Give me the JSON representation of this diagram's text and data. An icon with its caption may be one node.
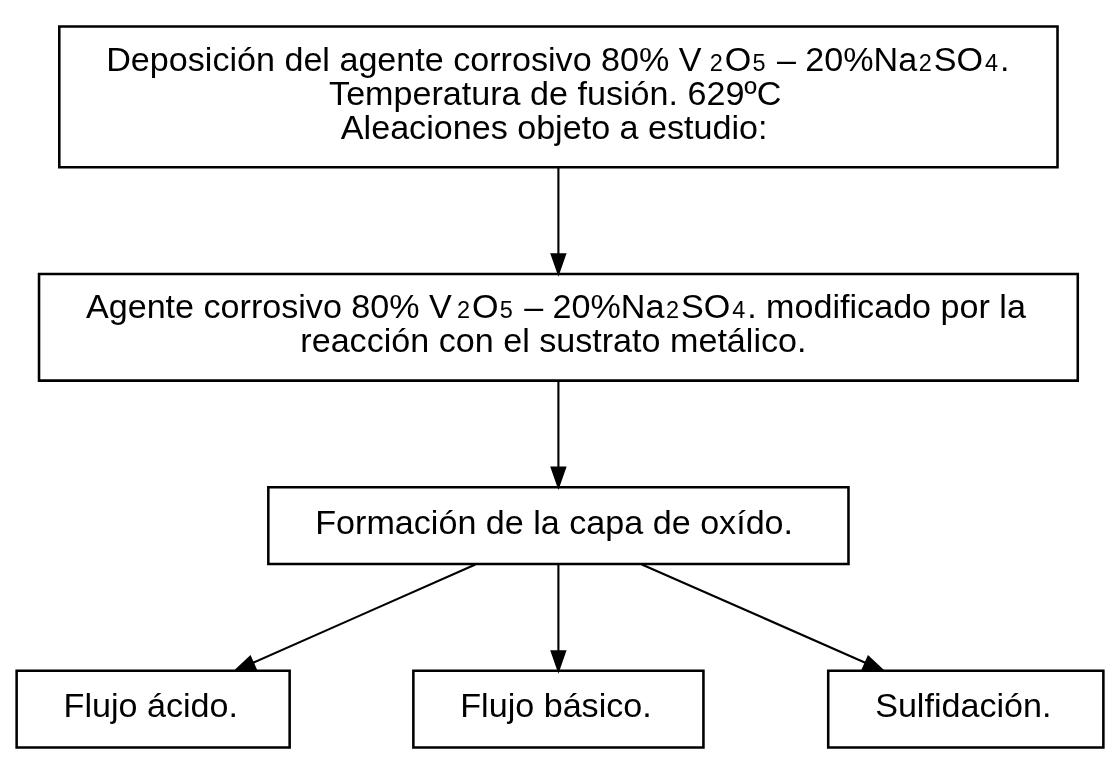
{
  "diagram": {
    "nodes": [
      {
        "text": [
          "Deposición del agente corrosivo 80% V$_{2}$O$_{5}$ – 20%Na$_{2}$SO$_{4}$.",
          "Temperatura de fusión. 629ºC",
          "Aleaciones objeto a estudio:"
        ]
      },
      {
        "text": [
          "Agente corrosivo 80% V$_{2}$O$_{5}$ – 20%Na$_{2}$SO$_{4}$. modificado por la reacción con el sustrato metálico."
        ]
      },
      {
        "text": [
          "Formación de la capa de oxído."
        ]
      },
      {
        "text": [
          "Flujo ácido."
        ]
      },
      {
        "text": [
          "Flujo básico."
        ]
      },
      {
        "text": [
          "Sulfidación."
        ]
      }
    ],
    "edges": [
      {
        "from": 0,
        "to": 1,
        "arrow": "to"
      },
      {
        "from": 1,
        "to": 2,
        "arrow": "to"
      },
      {
        "from": 2,
        "to": 3,
        "arrow": "to"
      },
      {
        "from": 2,
        "to": 4,
        "arrow": "to"
      },
      {
        "from": 2,
        "to": 5,
        "arrow": "to"
      }
    ]
  }
}
